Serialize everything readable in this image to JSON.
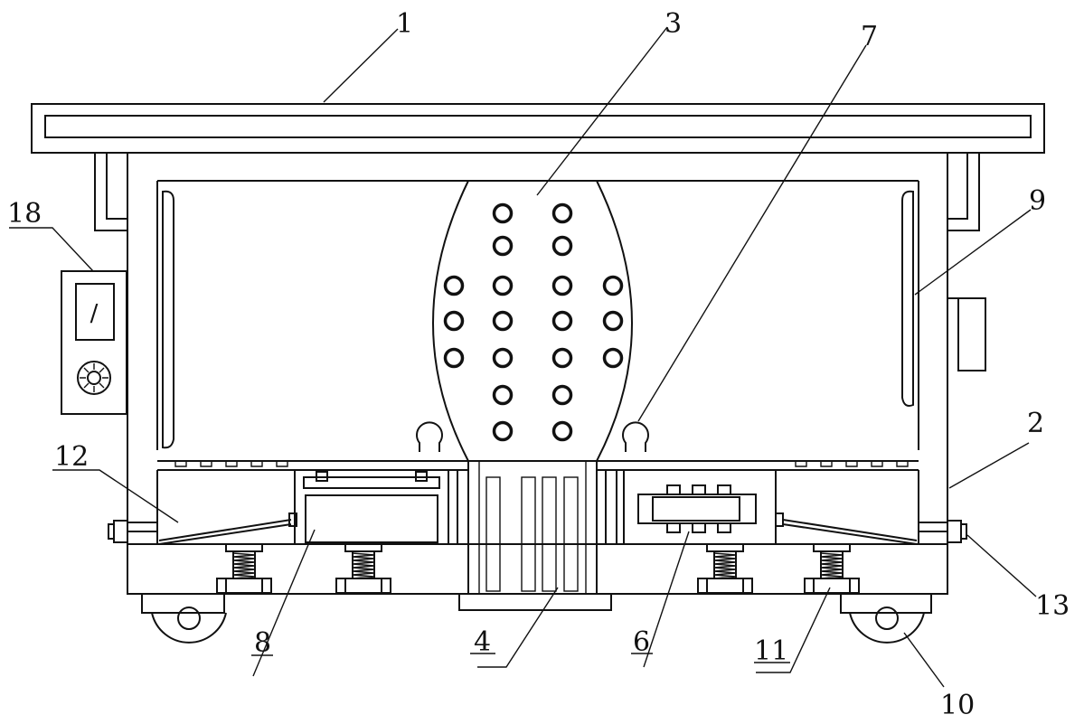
{
  "figure": {
    "callouts": [
      {
        "id": "c1",
        "label": "1"
      },
      {
        "id": "c2",
        "label": "2"
      },
      {
        "id": "c3",
        "label": "3"
      },
      {
        "id": "c4",
        "label": "4"
      },
      {
        "id": "c6",
        "label": "6"
      },
      {
        "id": "c7",
        "label": "7"
      },
      {
        "id": "c8",
        "label": "8"
      },
      {
        "id": "c9",
        "label": "9"
      },
      {
        "id": "c10",
        "label": "10"
      },
      {
        "id": "c11",
        "label": "11"
      },
      {
        "id": "c12",
        "label": "12"
      },
      {
        "id": "c13",
        "label": "13"
      },
      {
        "id": "c18",
        "label": "18"
      }
    ],
    "panel_switch_glyph": "/",
    "stroke_color": "#111111",
    "background_color": "#ffffff"
  }
}
